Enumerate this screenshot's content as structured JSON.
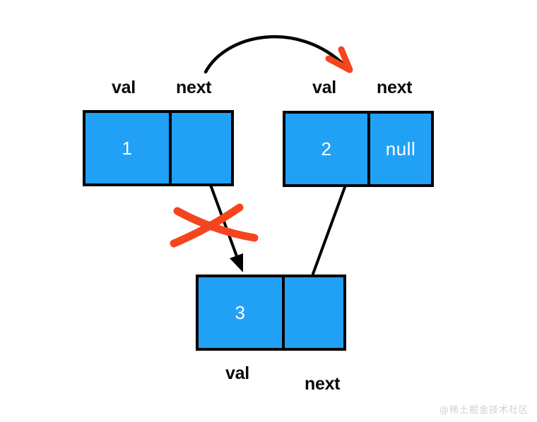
{
  "diagram": {
    "title": "Linked list node re-pointing diagram",
    "colors": {
      "node_fill": "#21a1f6",
      "node_border": "#000000",
      "node_text": "#ffffff",
      "label_text": "#0a0a0a",
      "annotation_red": "#f4451e",
      "arrow_black": "#000000",
      "background": "#ffffff"
    },
    "labels": {
      "val": "val",
      "next": "next"
    },
    "nodes": [
      {
        "id": "node-1",
        "val": "1",
        "next": "",
        "val_label": "val",
        "next_label": "next"
      },
      {
        "id": "node-2",
        "val": "2",
        "next": "null",
        "val_label": "val",
        "next_label": "next"
      },
      {
        "id": "node-3",
        "val": "3",
        "next": "",
        "val_label": "val",
        "next_label": "next"
      }
    ],
    "annotations": [
      {
        "id": "curved-arrow-node1-to-node2",
        "type": "curved-arrow",
        "stroke": "#000000",
        "arrowhead_color": "#f4451e",
        "meaning": "node1.next originally points to node2"
      },
      {
        "id": "arrow-node1next-to-node3",
        "type": "straight-arrow",
        "stroke": "#000000",
        "meaning": "node1.next now points to node3"
      },
      {
        "id": "arrow-node3next-to-node2",
        "type": "straight-arrow",
        "stroke": "#000000",
        "meaning": "node3.next points to node2"
      },
      {
        "id": "red-cross-mark",
        "type": "cross-out",
        "stroke": "#f4451e",
        "meaning": "this link is removed / invalid"
      }
    ]
  },
  "watermark": {
    "text": "@稀土掘金技术社区"
  }
}
